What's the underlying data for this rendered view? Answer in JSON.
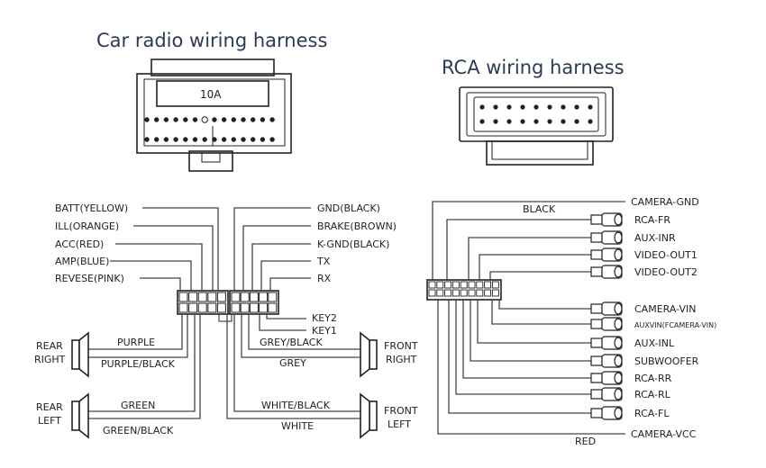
{
  "titles": {
    "car_radio": "Car radio wiring harness",
    "rca": "RCA wiring harness"
  },
  "connector": {
    "fuse_label": "10A"
  },
  "left_wires": [
    "BATT(YELLOW)",
    "ILL(ORANGE)",
    "ACC(RED)",
    "AMP(BLUE)",
    "REVESE(PINK)"
  ],
  "right_wires": [
    "GND(BLACK)",
    "BRAKE(BROWN)",
    "K-GND(BLACK)",
    "TX",
    "RX"
  ],
  "keys": [
    "KEY2",
    "KEY1"
  ],
  "speakers": {
    "rear_right": [
      "REAR",
      "RIGHT"
    ],
    "rear_left": [
      "REAR",
      "LEFT"
    ],
    "front_right": [
      "FRONT",
      "RIGHT"
    ],
    "front_left": [
      "FRONT",
      "LEFT"
    ]
  },
  "speaker_wires": {
    "purple": "PURPLE",
    "purple_black": "PURPLE/BLACK",
    "green": "GREEN",
    "green_black": "GREEN/BLACK",
    "grey_black": "GREY/BLACK",
    "grey": "GREY",
    "white_black": "WHITE/BLACK",
    "white": "WHITE"
  },
  "rca": {
    "black": "BLACK",
    "red": "RED",
    "camera_gnd": "CAMERA-GND",
    "camera_vcc": "CAMERA-VCC",
    "outputs": [
      "RCA-FR",
      "AUX-INR",
      "VIDEO-OUT1",
      "VIDEO-OUT2",
      "CAMERA-VIN",
      "AUXVIN(FCAMERA-VIN)",
      "AUX-INL",
      "SUBWOOFER",
      "RCA-RR",
      "RCA-RL",
      "RCA-FL"
    ]
  }
}
